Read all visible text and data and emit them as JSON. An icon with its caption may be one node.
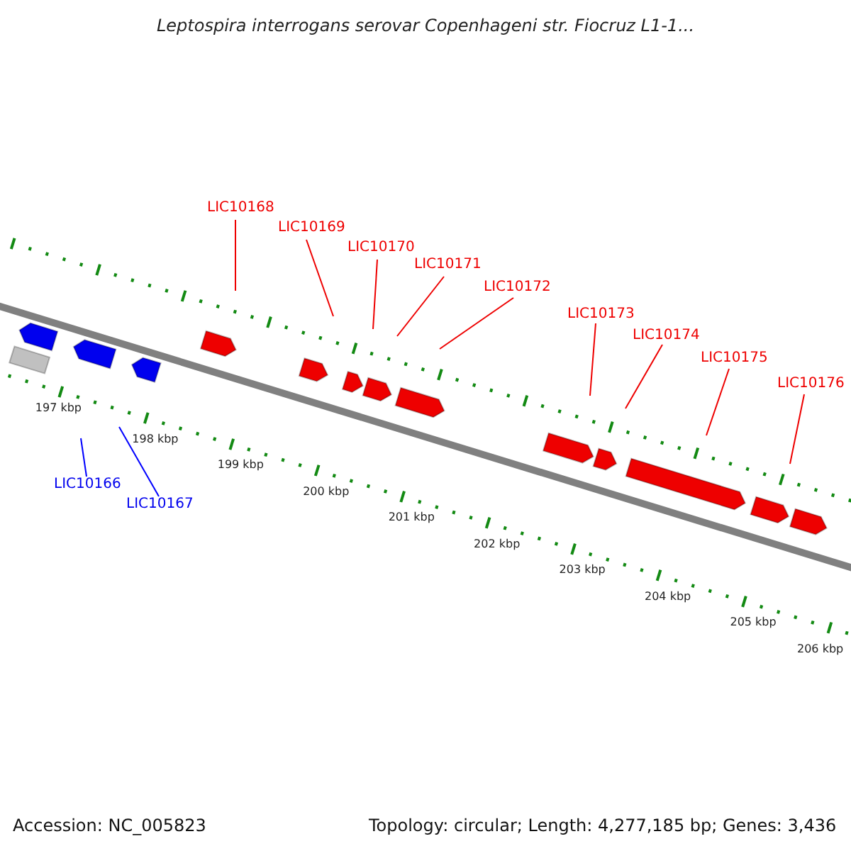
{
  "diagram": {
    "title": "Leptospira interrogans serovar Copenhageni str. Fiocruz L1-1...",
    "nodes": [
      {
        "text": [
          "LIC10168"
        ]
      },
      {
        "text": [
          "LIC10169"
        ]
      },
      {
        "text": [
          "LIC10170"
        ]
      },
      {
        "text": [
          "LIC10171"
        ]
      },
      {
        "text": [
          "LIC10172"
        ]
      },
      {
        "text": [
          "LIC10173"
        ]
      },
      {
        "text": [
          "LIC10174"
        ]
      },
      {
        "text": [
          "LIC10175"
        ]
      },
      {
        "text": [
          "LIC10176"
        ]
      },
      {
        "text": [
          "LIC10166"
        ]
      },
      {
        "text": [
          "LIC10167"
        ]
      }
    ],
    "edges": [
      {
        "from": 0,
        "to": null,
        "arrow": "none"
      },
      {
        "from": 1,
        "to": null,
        "arrow": "none"
      },
      {
        "from": 2,
        "to": null,
        "arrow": "none"
      },
      {
        "from": 3,
        "to": null,
        "arrow": "none"
      },
      {
        "from": 4,
        "to": null,
        "arrow": "none"
      },
      {
        "from": 5,
        "to": null,
        "arrow": "none"
      },
      {
        "from": 6,
        "to": null,
        "arrow": "none"
      },
      {
        "from": 7,
        "to": null,
        "arrow": "none"
      },
      {
        "from": 8,
        "to": null,
        "arrow": "none"
      },
      {
        "from": 9,
        "to": null,
        "arrow": "none",
        "color": "#0000ff"
      },
      {
        "from": 10,
        "to": null,
        "arrow": "none",
        "color": "#0000ff"
      }
    ],
    "labels": [
      "197 kbp",
      "198 kbp",
      "199 kbp",
      "200 kbp",
      "201 kbp",
      "202 kbp",
      "203 kbp",
      "204 kbp",
      "205 kbp",
      "206 kbp",
      "Accession: NC_005823",
      "Topology: circular; Length: 4,277,185 bp; Genes: 3,436"
    ]
  }
}
